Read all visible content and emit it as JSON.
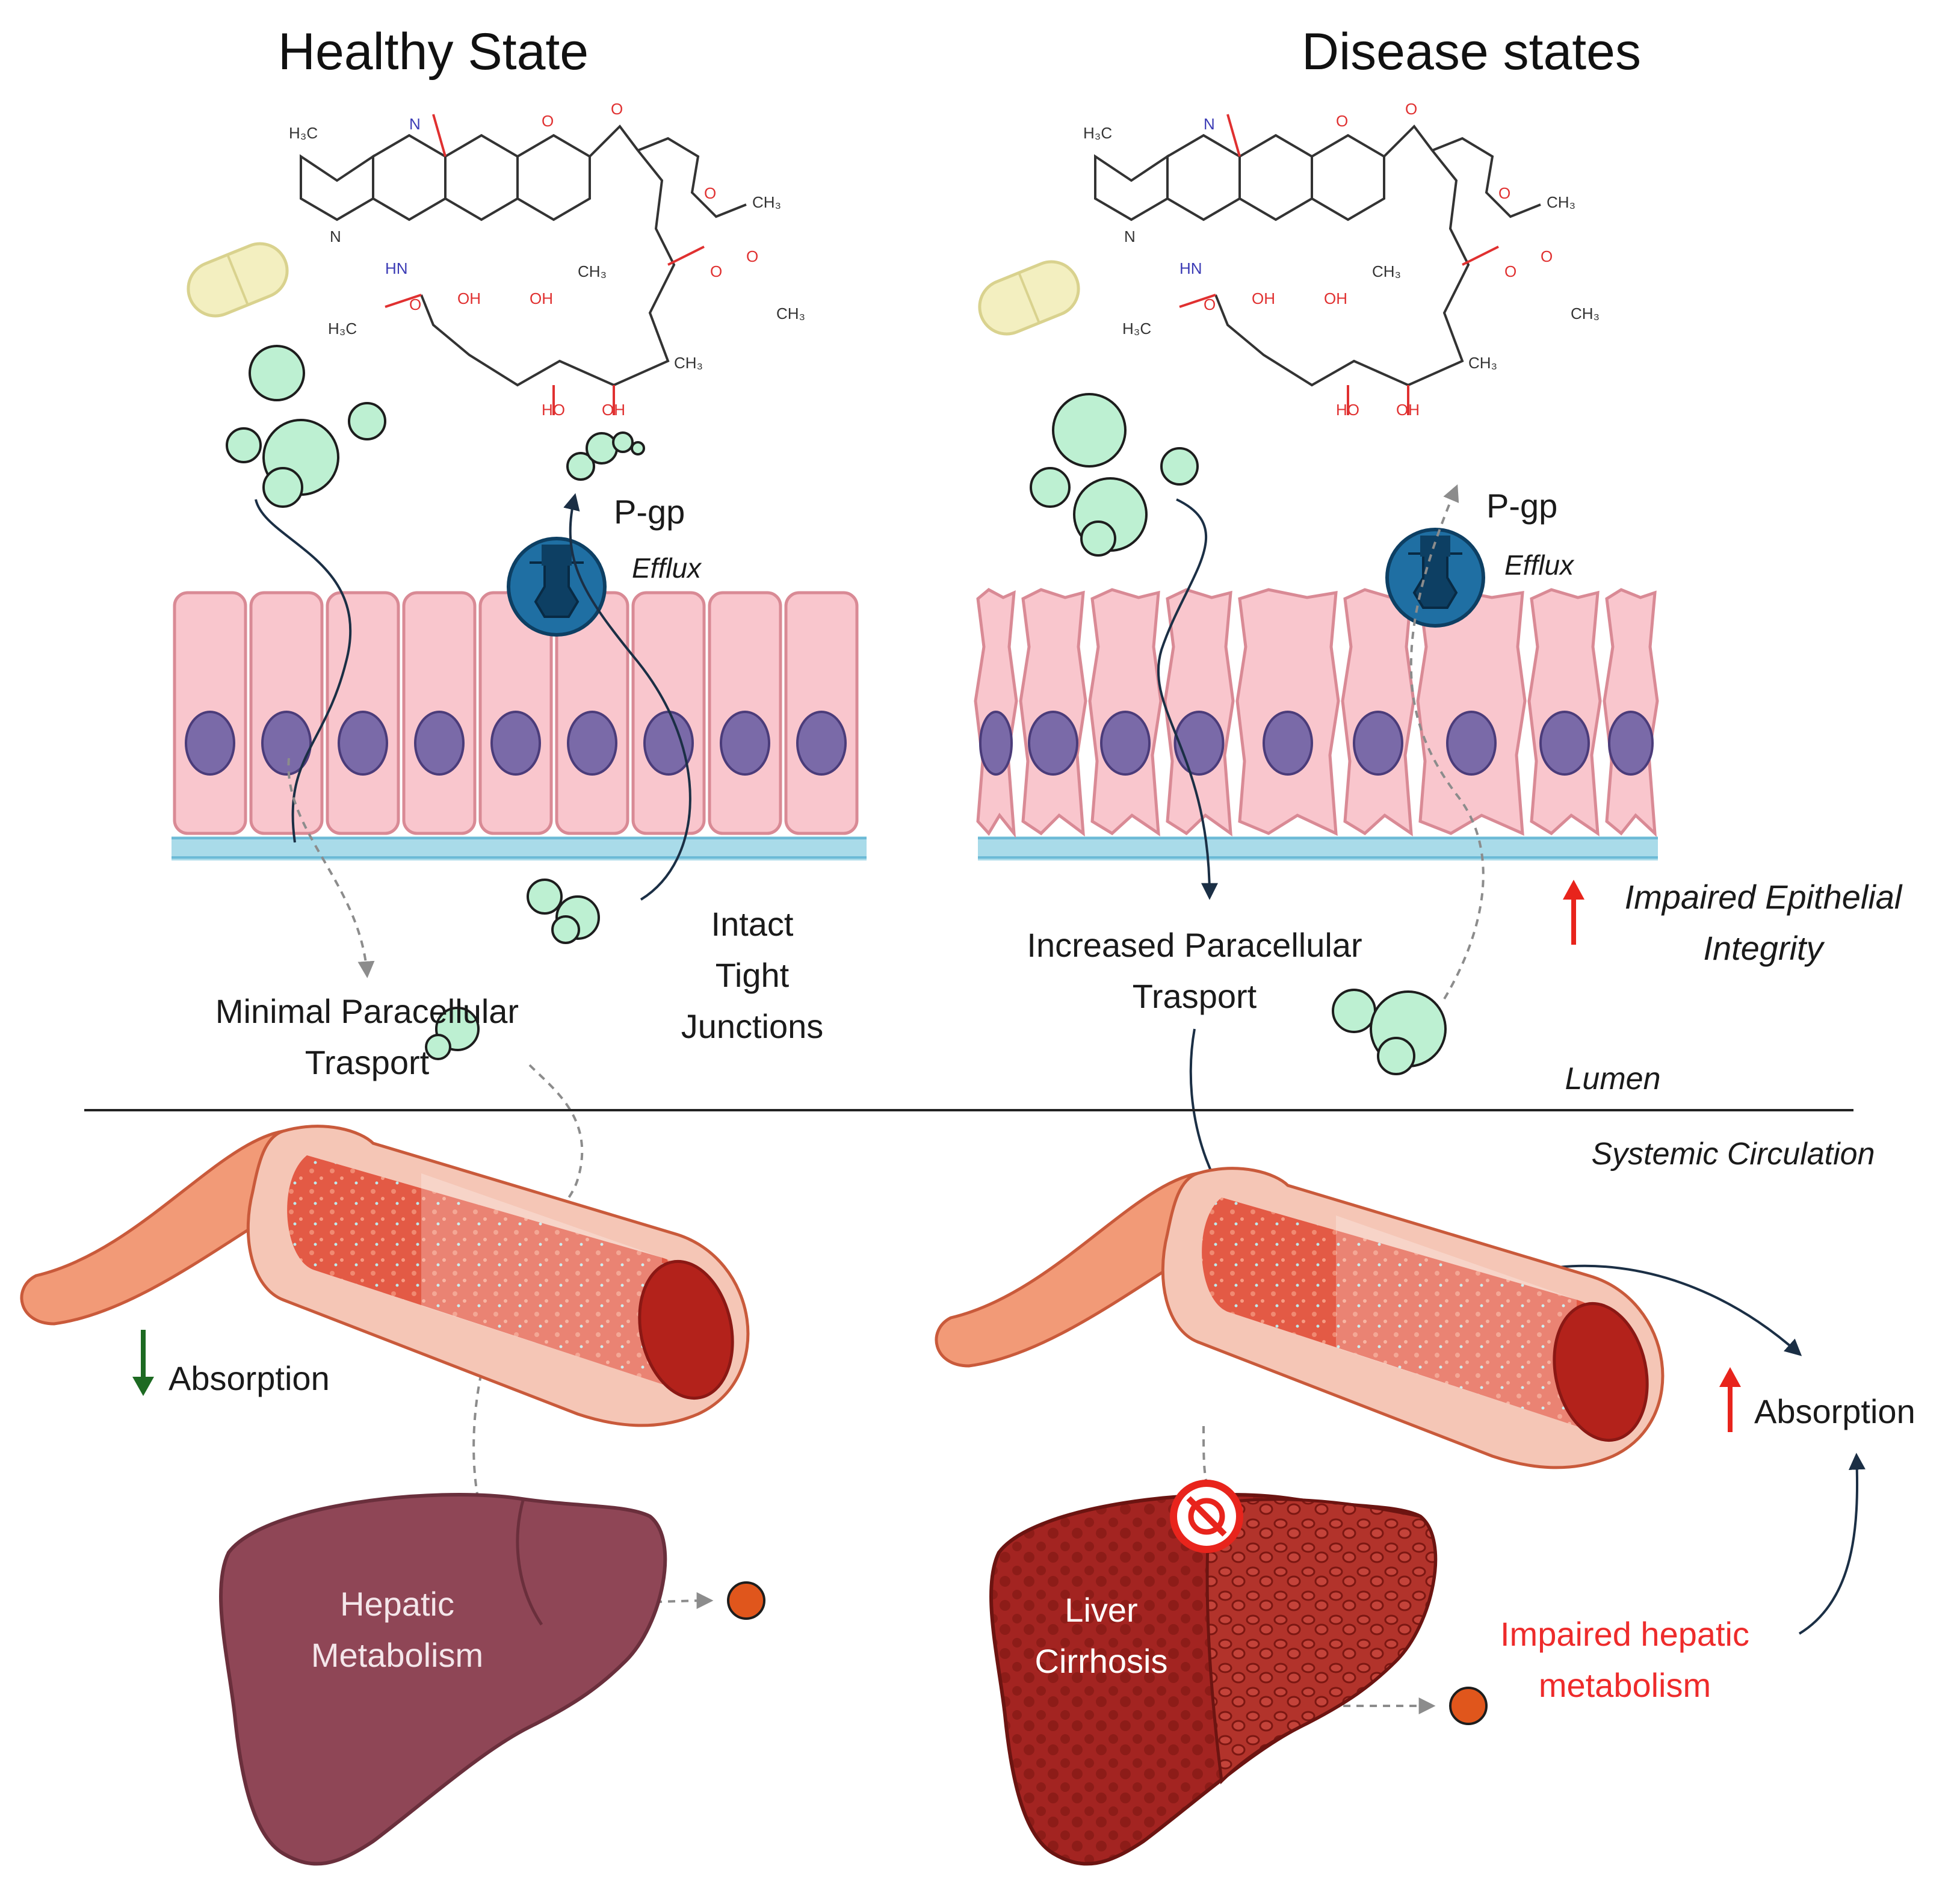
{
  "panels": {
    "healthy": {
      "title": "Healthy State",
      "pgp_label": "P-gp",
      "efflux_label": "Efflux",
      "junction_label": [
        "Intact",
        "Tight",
        "Junctions"
      ],
      "paracellular_label": [
        "Minimal Paracellular",
        "Trasport"
      ],
      "absorption_label": "Absorption",
      "liver_label": [
        "Hepatic",
        "Metabolism"
      ]
    },
    "disease": {
      "title": "Disease states",
      "pgp_label": "P-gp",
      "efflux_label": "Efflux",
      "paracellular_label": [
        "Increased Paracellular",
        "Trasport"
      ],
      "integrity_label": [
        "Impaired Epithelial",
        "Integrity"
      ],
      "absorption_label": "Absorption",
      "liver_label": [
        "Liver",
        "Cirrhosis"
      ],
      "metabolism_label": [
        "Impaired hepatic",
        "metabolism"
      ]
    }
  },
  "divider": {
    "upper_label": "Lumen",
    "lower_label": "Systemic Circulation"
  },
  "colors": {
    "cell": "#f9c6cd",
    "cell_edge": "#d98a95",
    "nucleus": "#7a6aa8",
    "membrane": "#a9dbe9",
    "drug": "#bdf0d2",
    "pgp": "#1f6fa3",
    "vessel": "#d9392a",
    "liver_healthy": "#8f4656",
    "liver_cirrhosis": "#a32421",
    "metabolite": "#e0561c",
    "up_arrow": "#e8241c",
    "down_arrow": "#1d6a22",
    "impaired_text": "#ee2b2b",
    "arrow_dark": "#1b2f45"
  }
}
